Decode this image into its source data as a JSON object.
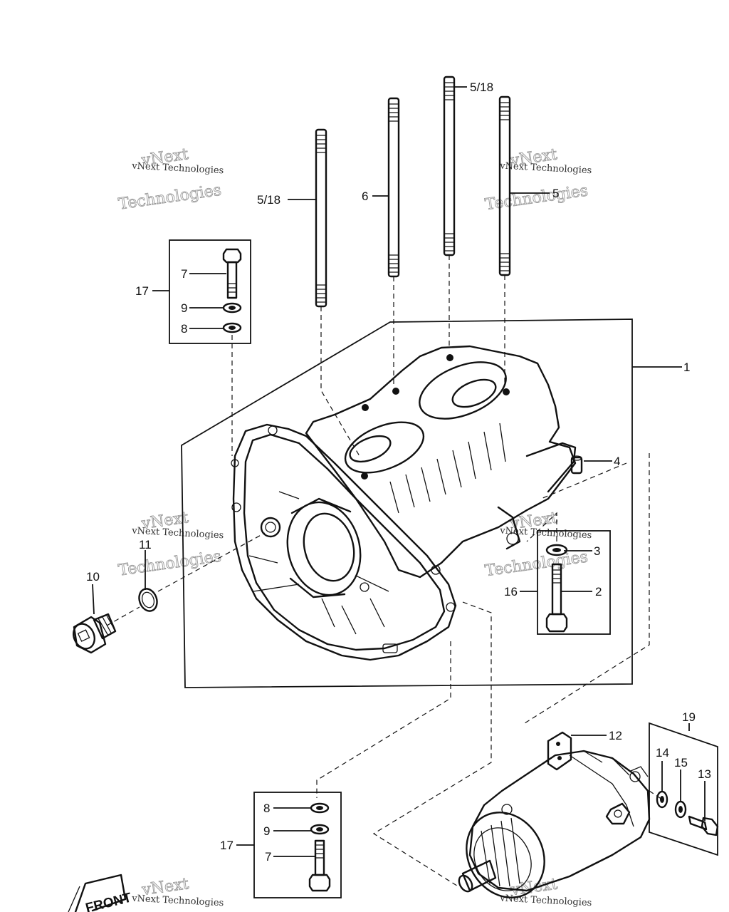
{
  "callouts": {
    "c1": "1",
    "c2": "2",
    "c3": "3",
    "c4": "4",
    "c5": "5",
    "c6": "6",
    "c5_18_top": "5/18",
    "c5_18_left": "5/18",
    "c7_upper": "7",
    "c9_upper": "9",
    "c8_upper": "8",
    "c17_upper": "17",
    "c10": "10",
    "c11": "11",
    "c16": "16",
    "c12": "12",
    "c19": "19",
    "c14": "14",
    "c15": "15",
    "c13": "13",
    "c8_lower": "8",
    "c9_lower": "9",
    "c7_lower": "7",
    "c17_lower": "17"
  },
  "watermarks": {
    "brand_line1": "vNext",
    "brand_line2": "Technologies",
    "brand_small": "vNext Technologies"
  },
  "front_label": "FRONT"
}
